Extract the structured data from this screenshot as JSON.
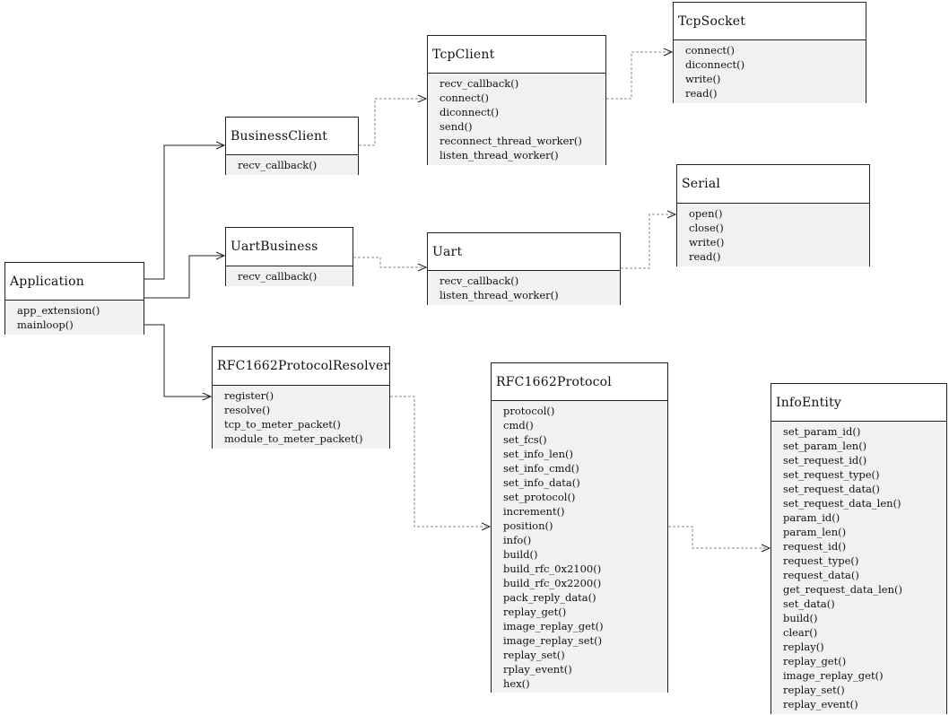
{
  "diagram": {
    "classes": [
      {
        "id": "application",
        "name": "Application",
        "methods": [
          "app_extension()",
          "mainloop()"
        ]
      },
      {
        "id": "business-client",
        "name": "BusinessClient",
        "methods": [
          "recv_callback()"
        ]
      },
      {
        "id": "tcp-client",
        "name": "TcpClient",
        "methods": [
          "recv_callback()",
          "connect()",
          "diconnect()",
          "send()",
          "reconnect_thread_worker()",
          "listen_thread_worker()"
        ]
      },
      {
        "id": "tcp-socket",
        "name": "TcpSocket",
        "methods": [
          "connect()",
          "diconnect()",
          "write()",
          "read()"
        ]
      },
      {
        "id": "uart-business",
        "name": "UartBusiness",
        "methods": [
          "recv_callback()"
        ]
      },
      {
        "id": "uart",
        "name": "Uart",
        "methods": [
          "recv_callback()",
          "listen_thread_worker()"
        ]
      },
      {
        "id": "serial",
        "name": "Serial",
        "methods": [
          "open()",
          "close()",
          "write()",
          "read()"
        ]
      },
      {
        "id": "rfc1662-protocol-resolver",
        "name": "RFC1662ProtocolResolver",
        "methods": [
          "register()",
          "resolve()",
          "tcp_to_meter_packet()",
          "module_to_meter_packet()"
        ]
      },
      {
        "id": "rfc1662-protocol",
        "name": "RFC1662Protocol",
        "methods": [
          "protocol()",
          "cmd()",
          "set_fcs()",
          "set_info_len()",
          "set_info_cmd()",
          "set_info_data()",
          "set_protocol()",
          "increment()",
          "position()",
          "info()",
          "build()",
          "build_rfc_0x2100()",
          "build_rfc_0x2200()",
          "pack_reply_data()",
          "replay_get()",
          "image_replay_get()",
          "image_replay_set()",
          "replay_set()",
          "rplay_event()",
          "hex()"
        ]
      },
      {
        "id": "info-entity",
        "name": "InfoEntity",
        "methods": [
          "set_param_id()",
          "set_param_len()",
          "set_request_id()",
          "set_request_type()",
          "set_request_data()",
          "set_request_data_len()",
          "param_id()",
          "param_len()",
          "request_id()",
          "request_type()",
          "request_data()",
          "get_request_data_len()",
          "set_data()",
          "build()",
          "clear()",
          "replay()",
          "replay_get()",
          "image_replay_get()",
          "replay_set()",
          "replay_event()"
        ]
      }
    ],
    "relations": [
      {
        "from": "application",
        "to": "business-client",
        "style": "solid"
      },
      {
        "from": "application",
        "to": "uart-business",
        "style": "solid"
      },
      {
        "from": "application",
        "to": "rfc1662-protocol-resolver",
        "style": "solid"
      },
      {
        "from": "business-client",
        "to": "tcp-client",
        "style": "dashed"
      },
      {
        "from": "tcp-client",
        "to": "tcp-socket",
        "style": "dashed"
      },
      {
        "from": "uart-business",
        "to": "uart",
        "style": "dashed"
      },
      {
        "from": "uart",
        "to": "serial",
        "style": "dashed"
      },
      {
        "from": "rfc1662-protocol-resolver",
        "to": "rfc1662-protocol",
        "style": "dashed"
      },
      {
        "from": "rfc1662-protocol",
        "to": "info-entity",
        "style": "dashed"
      }
    ]
  }
}
